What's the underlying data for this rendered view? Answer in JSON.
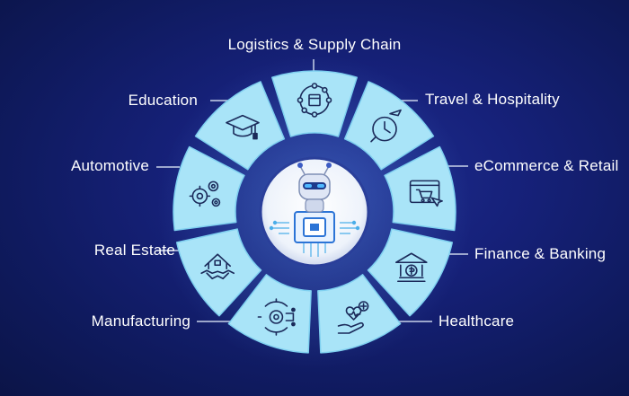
{
  "center": {
    "icon": "robot-chip-icon"
  },
  "segments": [
    {
      "label": "Logistics & Supply Chain",
      "icon": "logistics-icon"
    },
    {
      "label": "Travel & Hospitality",
      "icon": "travel-icon"
    },
    {
      "label": "eCommerce & Retail",
      "icon": "ecommerce-icon"
    },
    {
      "label": "Finance & Banking",
      "icon": "bank-icon"
    },
    {
      "label": "Healthcare",
      "icon": "healthcare-icon"
    },
    {
      "label": "Manufacturing",
      "icon": "manufacturing-icon"
    },
    {
      "label": "Real Estate",
      "icon": "real-estate-icon"
    },
    {
      "label": "Automotive",
      "icon": "automotive-icon"
    },
    {
      "label": "Education",
      "icon": "education-icon"
    }
  ],
  "colors": {
    "background": "#16217a",
    "tile": "#a9e4f8",
    "tile_edge": "#7fd0f0",
    "icon_stroke": "#1b2a5a",
    "connector": "#c9d3ea"
  }
}
